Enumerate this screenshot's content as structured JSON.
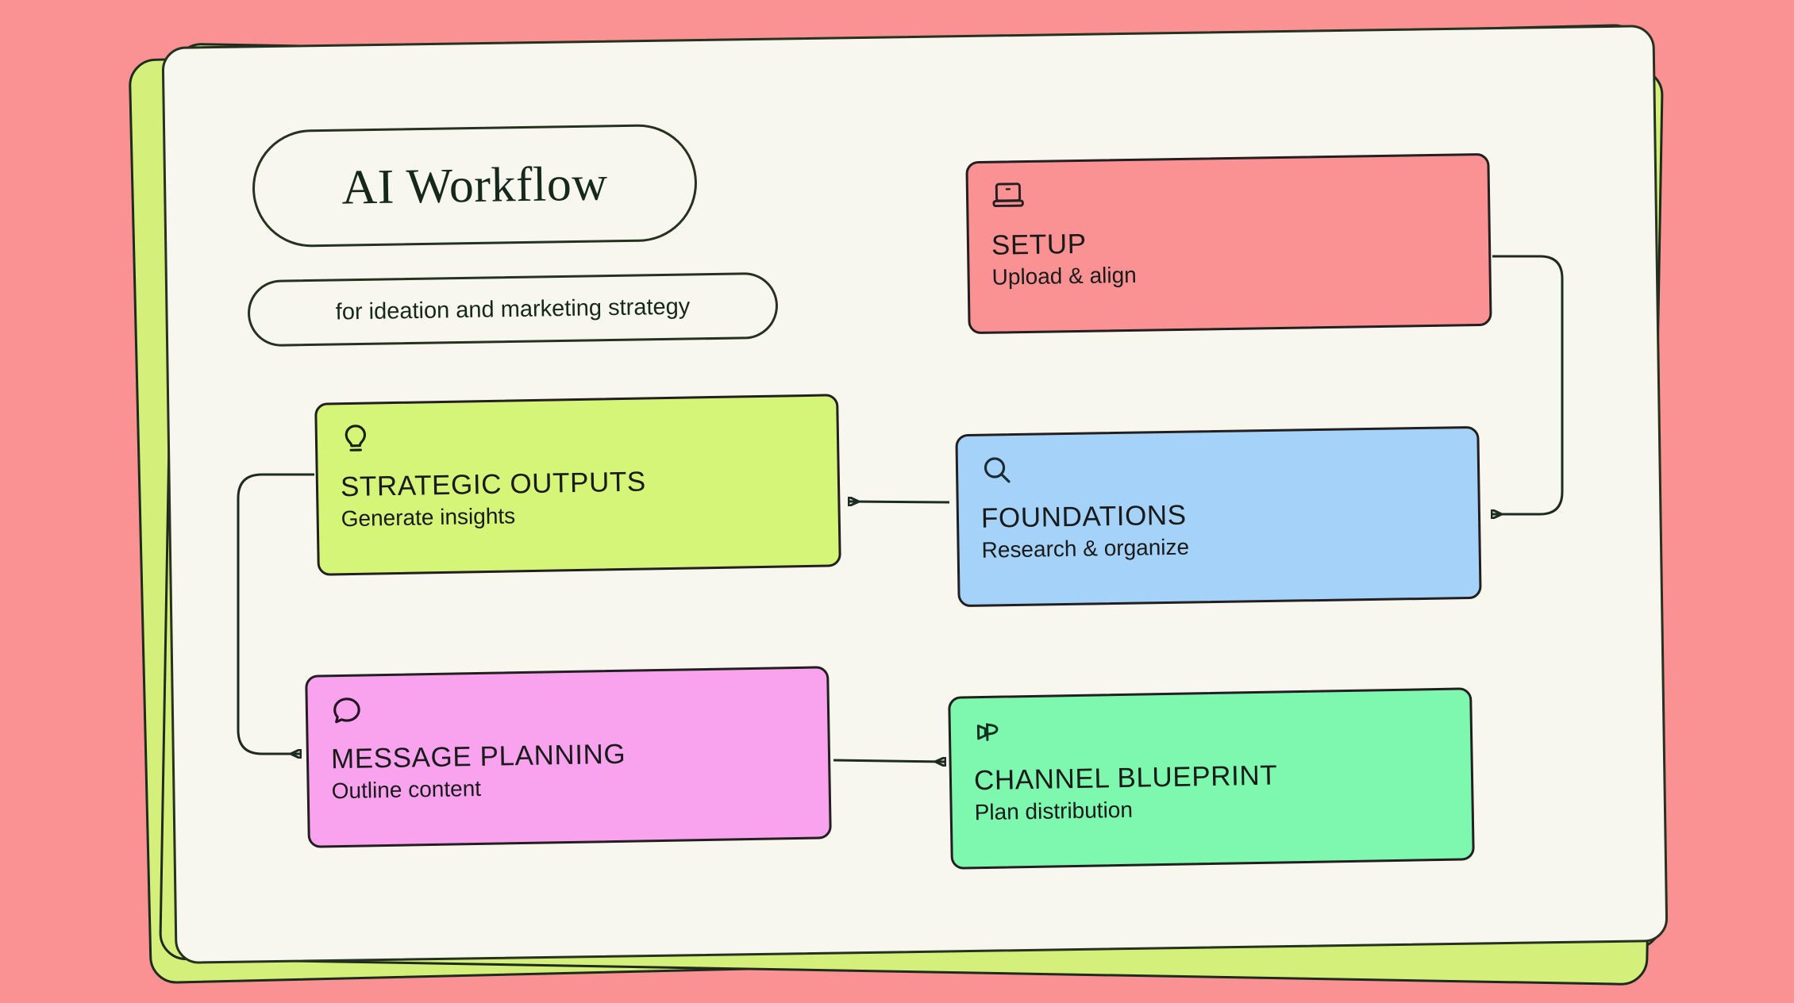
{
  "canvas": {
    "background_color": "#fa9193",
    "card_color": "#f7f7ef",
    "accent_back_color": "#d4f07a",
    "outline_color": "#26321f"
  },
  "header": {
    "title": "AI Workflow",
    "subtitle": "for ideation and marketing strategy"
  },
  "nodes": [
    {
      "id": "setup",
      "icon": "laptop-icon",
      "title": "SETUP",
      "subtitle": "Upload & align",
      "color": "#fa9193"
    },
    {
      "id": "foundations",
      "icon": "search-icon",
      "title": "FOUNDATIONS",
      "subtitle": "Research & organize",
      "color": "#a5d2f8"
    },
    {
      "id": "strategic-outputs",
      "icon": "lightbulb-icon",
      "title": "STRATEGIC OUTPUTS",
      "subtitle": "Generate insights",
      "color": "#d4f577"
    },
    {
      "id": "message-planning",
      "icon": "speech-bubble-icon",
      "title": "MESSAGE PLANNING",
      "subtitle": "Outline content",
      "color": "#f9a3ef"
    },
    {
      "id": "channel-blueprint",
      "icon": "megaphone-icon",
      "title": "CHANNEL BLUEPRINT",
      "subtitle": "Plan distribution",
      "color": "#7df8ae"
    }
  ],
  "connections": [
    {
      "from": "setup",
      "to": "foundations",
      "style": "elbow-right"
    },
    {
      "from": "foundations",
      "to": "strategic-outputs",
      "style": "straight-left"
    },
    {
      "from": "strategic-outputs",
      "to": "message-planning",
      "style": "elbow-left"
    },
    {
      "from": "message-planning",
      "to": "channel-blueprint",
      "style": "straight-right"
    }
  ]
}
